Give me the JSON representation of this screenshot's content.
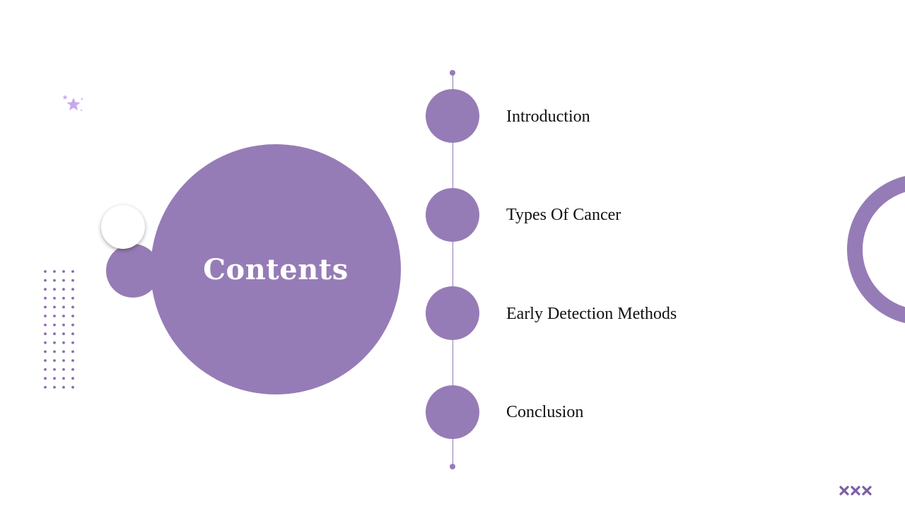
{
  "slide": {
    "title": "Contents",
    "accent_color": "#967cb6",
    "star_color": "#c9a7f0"
  },
  "contents": {
    "items": [
      {
        "label": "Introduction"
      },
      {
        "label": "Types Of Cancer"
      },
      {
        "label": "Early Detection Methods"
      },
      {
        "label": "Conclusion"
      }
    ]
  },
  "decorations": {
    "icons": [
      "star-icon",
      "dot-grid",
      "ring-shape",
      "xxx-icon"
    ]
  }
}
